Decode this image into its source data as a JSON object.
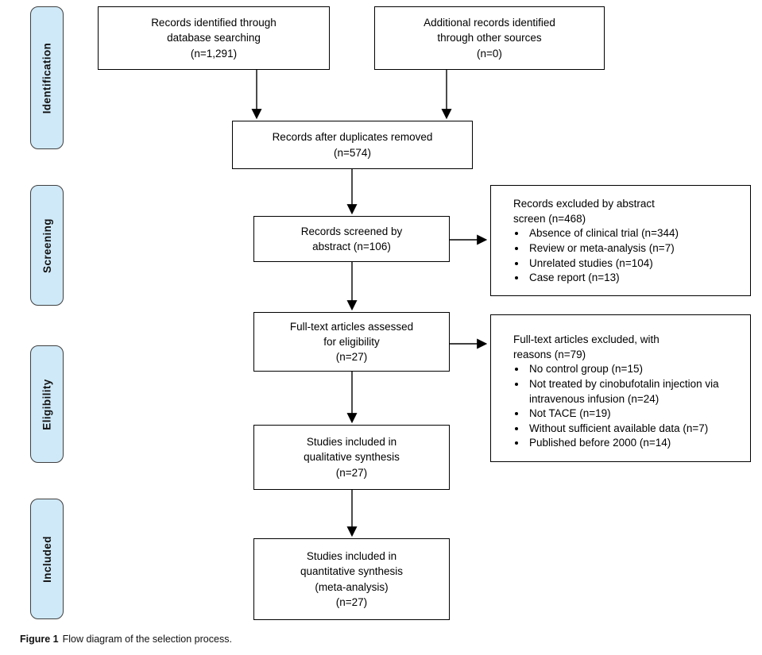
{
  "figure_caption": {
    "label": "Figure 1",
    "text": "Flow diagram of the selection process."
  },
  "colors": {
    "stage_fill": "#cfe9f8",
    "stage_border": "#404040",
    "box_border": "#000000",
    "arrow": "#000000",
    "background": "#ffffff"
  },
  "stages": [
    {
      "id": "identification",
      "label": "Identification"
    },
    {
      "id": "screening",
      "label": "Screening"
    },
    {
      "id": "eligibility",
      "label": "Eligibility"
    },
    {
      "id": "included",
      "label": "Included"
    }
  ],
  "boxes": {
    "database_search": {
      "lines": [
        "Records identified through",
        "database searching",
        "(n=1,291)"
      ]
    },
    "other_sources": {
      "lines": [
        "Additional records identified",
        "through other sources",
        "(n=0)"
      ]
    },
    "after_duplicates": {
      "lines": [
        "Records after duplicates removed",
        "(n=574)"
      ]
    },
    "screened_abstract": {
      "lines": [
        "Records screened by",
        "abstract (n=106)"
      ]
    },
    "excluded_abstract": {
      "header_lines": [
        "Records excluded by abstract",
        "screen (n=468)"
      ],
      "items": [
        "Absence of clinical trial (n=344)",
        "Review or meta-analysis (n=7)",
        "Unrelated studies (n=104)",
        "Case report (n=13)"
      ]
    },
    "fulltext_assessed": {
      "lines": [
        "Full-text articles assessed",
        "for eligibility",
        "(n=27)"
      ]
    },
    "excluded_fulltext": {
      "header_lines": [
        "Full-text articles excluded, with",
        "reasons (n=79)"
      ],
      "items": [
        "No control group (n=15)",
        "Not treated by cinobufotalin injection via intravenous infusion (n=24)",
        "Not TACE (n=19)",
        "Without sufficient available data (n=7)",
        "Published before 2000 (n=14)"
      ]
    },
    "qualitative": {
      "lines": [
        "Studies included in",
        "qualitative synthesis",
        "(n=27)"
      ]
    },
    "quantitative": {
      "lines": [
        "Studies included in",
        "quantitative synthesis",
        "(meta-analysis)",
        "(n=27)"
      ]
    }
  }
}
